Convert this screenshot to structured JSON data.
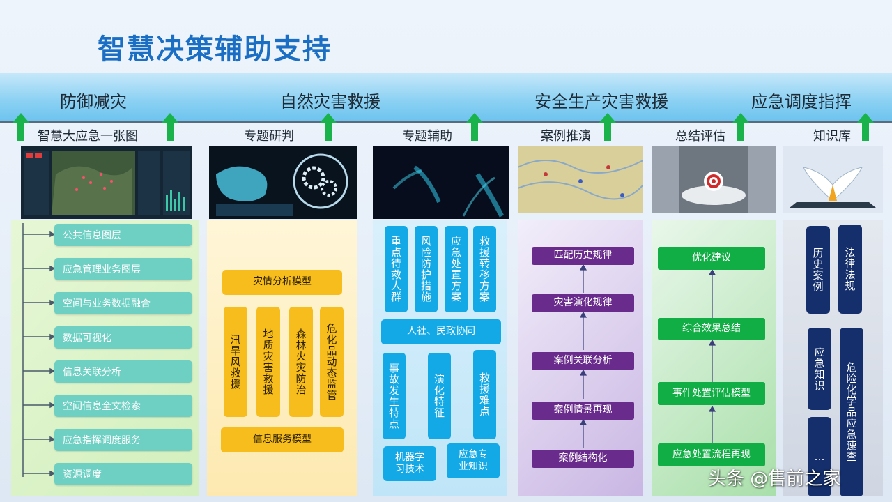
{
  "title": "智慧决策辅助支持",
  "categories": [
    "防御减灾",
    "自然灾害救援",
    "安全生产灾害救援",
    "应急调度指挥"
  ],
  "subtitles": [
    "智慧大应急一张图",
    "专题研判",
    "专题辅助",
    "案例推演",
    "总结评估",
    "知识库"
  ],
  "col1": {
    "items": [
      "公共信息图层",
      "应急管理业务图层",
      "空间与业务数据融合",
      "数据可视化",
      "信息关联分析",
      "空间信息全文检索",
      "应急指挥调度服务",
      "资源调度"
    ]
  },
  "col2": {
    "top": "灾情分析模型",
    "verticals": [
      "汛旱风救援",
      "地质灾害救援",
      "森林火灾防治",
      "危化品动态监管"
    ],
    "bottom": "信息服务模型"
  },
  "col3": {
    "top_verticals": [
      "重点待救人群",
      "风险防护措施",
      "应急处置方案",
      "救援转移方案"
    ],
    "middle": "人社、民政协同",
    "lower_verticals": [
      "事故发生特点",
      "演化特征",
      "救援难点"
    ],
    "bottom_left": "机器学习技术",
    "bottom_right": "应急专业知识"
  },
  "col4": {
    "steps": [
      "匹配历史规律",
      "灾害演化规律",
      "案例关联分析",
      "案例情景再现",
      "案例结构化"
    ]
  },
  "col5": {
    "steps": [
      "优化建议",
      "综合效果总结",
      "事件处置评估模型",
      "应急处置流程再现"
    ]
  },
  "col6": {
    "items": [
      "历史案例",
      "法律法规",
      "应急知识",
      "危险化学品应急速查",
      "…"
    ]
  },
  "watermark": "头条 @售前之家",
  "colors": {
    "title": "#1a6ec4",
    "teal": "#6ecfc3",
    "yellow": "#f7bd1c",
    "blue": "#13a9e6",
    "purple": "#6a2c8c",
    "green": "#11ad45",
    "navy": "#142f6c",
    "arrow": "#19b24b"
  }
}
